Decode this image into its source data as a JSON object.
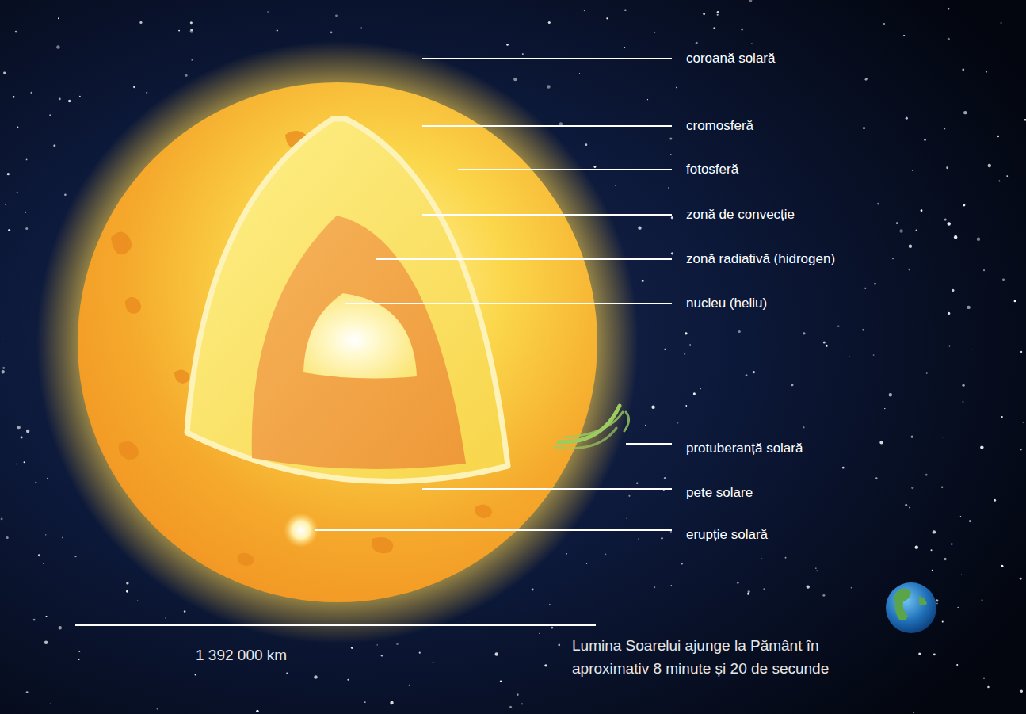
{
  "diagram": {
    "labels": [
      "coroană solară",
      "cromosferă",
      "fotosferă",
      "zonă de convecție",
      "zonă radiativă (hidrogen)",
      "nucleu (heliu)",
      "protuberanță solară",
      "pete solare",
      "erupție solară",
      "1 392 000 km",
      "Lumina Soarelui ajunge la Pământ în aproximativ 8 minute și 20 de secunde"
    ]
  }
}
